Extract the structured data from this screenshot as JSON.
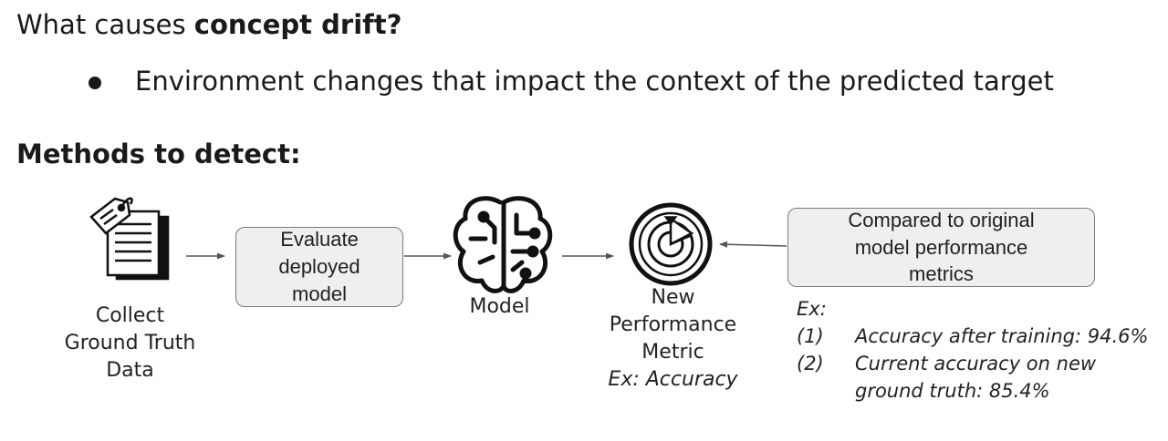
{
  "title": {
    "prefix": "What causes ",
    "bold": "concept drift?"
  },
  "bullet": "Environment changes that impact the context of the predicted target",
  "methods_heading": "Methods to detect:",
  "diagram": {
    "collect_label": "Collect\nGround Truth\nData",
    "evaluate_box": "Evaluate\ndeployed\nmodel",
    "model_label": "Model",
    "performance_label": "New\nPerformance\nMetric",
    "performance_example": "Ex: Accuracy",
    "compare_box": "Compared to original\nmodel performance\nmetrics",
    "examples": {
      "heading": "Ex:",
      "items": [
        {
          "num": "(1)",
          "text": "Accuracy after training: 94.6%"
        },
        {
          "num": "(2)",
          "text": "Current accuracy on new ground truth: 85.4%"
        }
      ]
    },
    "icons": [
      "document-tag-icon",
      "brain-circuit-icon",
      "target-icon"
    ]
  }
}
